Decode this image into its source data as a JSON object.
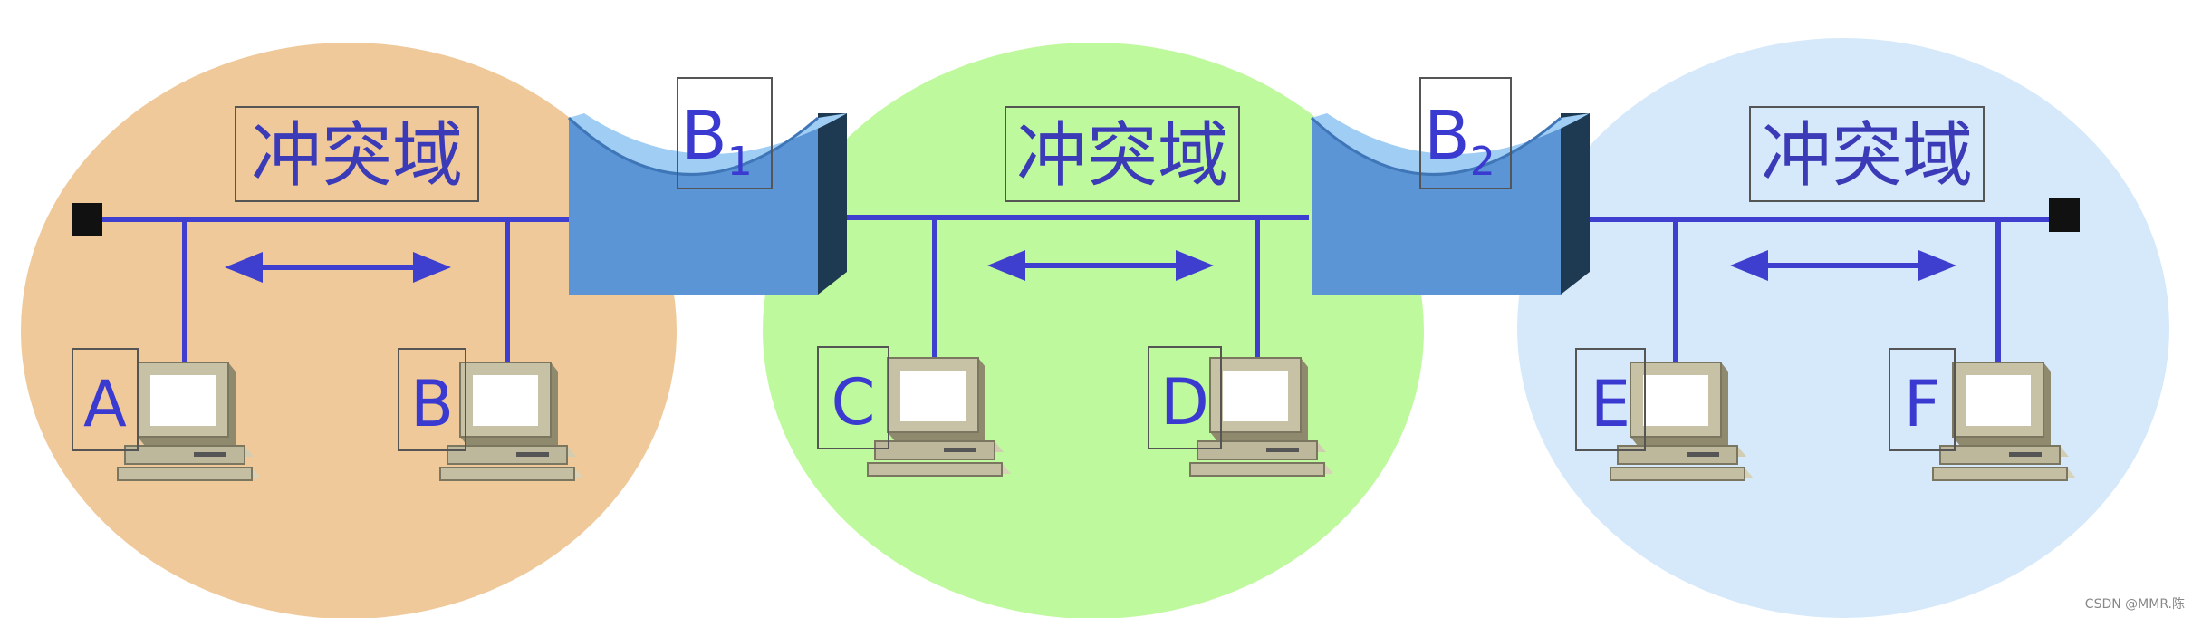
{
  "colors": {
    "domain_left": "#f0c99a",
    "domain_middle": "#bff99d",
    "domain_right": "#d6e9fb",
    "bus": "#3f3fcf",
    "text": "#3a3ad0",
    "bridge_front": "#5b95d6",
    "bridge_inner": "#9fcdf4",
    "bridge_side": "#1d3a52"
  },
  "domains": [
    {
      "label": "冲突域"
    },
    {
      "label": "冲突域"
    },
    {
      "label": "冲突域"
    }
  ],
  "bridges": [
    {
      "letter": "B",
      "sub": "1"
    },
    {
      "letter": "B",
      "sub": "2"
    }
  ],
  "hosts": [
    {
      "label": "A"
    },
    {
      "label": "B"
    },
    {
      "label": "C"
    },
    {
      "label": "D"
    },
    {
      "label": "E"
    },
    {
      "label": "F"
    }
  ],
  "icons": [
    "computer-icon",
    "bridge-icon",
    "bus-terminator-icon",
    "double-arrow-icon"
  ],
  "watermark": "CSDN @MMR.陈"
}
